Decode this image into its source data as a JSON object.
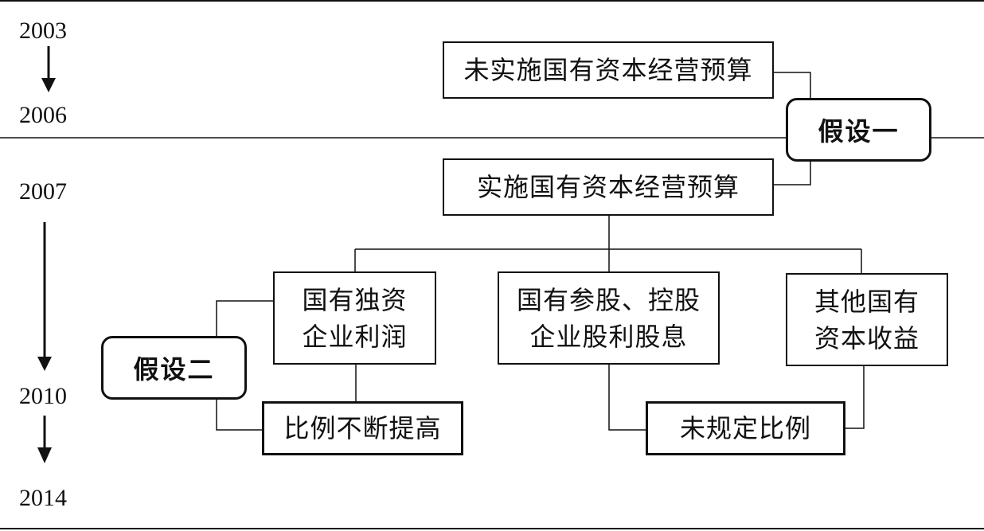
{
  "timeline": {
    "years": [
      "2003",
      "2006",
      "2007",
      "2010",
      "2014"
    ]
  },
  "boxes": {
    "not_implemented": "未实施国有资本经营预算",
    "implemented": "实施国有资本经营预算",
    "sole_state": "国有独资\n企业利润",
    "state_holding": "国有参股、控股\n企业股利股息",
    "other_income": "其他国有\n资本收益",
    "ratio_increasing": "比例不断提高",
    "ratio_unspecified": "未规定比例"
  },
  "hypotheses": {
    "h1": "假设一",
    "h2": "假设二"
  }
}
